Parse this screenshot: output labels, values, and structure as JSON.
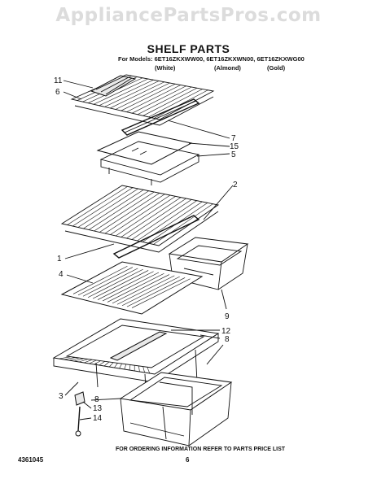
{
  "watermark": "AppliancePartsPros.com",
  "title": "SHELF PARTS",
  "models_line": "For Models: 6ET16ZKXWW00, 6ET16ZKXWN00, 6ET16ZKXWG00",
  "colors": [
    "(White)",
    "(Almond)",
    "(Gold)"
  ],
  "callouts": [
    "11",
    "6",
    "7",
    "15",
    "5",
    "2",
    "1",
    "4",
    "9",
    "12",
    "8",
    "3",
    "8",
    "13",
    "14"
  ],
  "footer": {
    "order_note": "FOR ORDERING INFORMATION REFER TO PARTS PRICE LIST",
    "doc_number": "4361045",
    "page_number": "6"
  }
}
